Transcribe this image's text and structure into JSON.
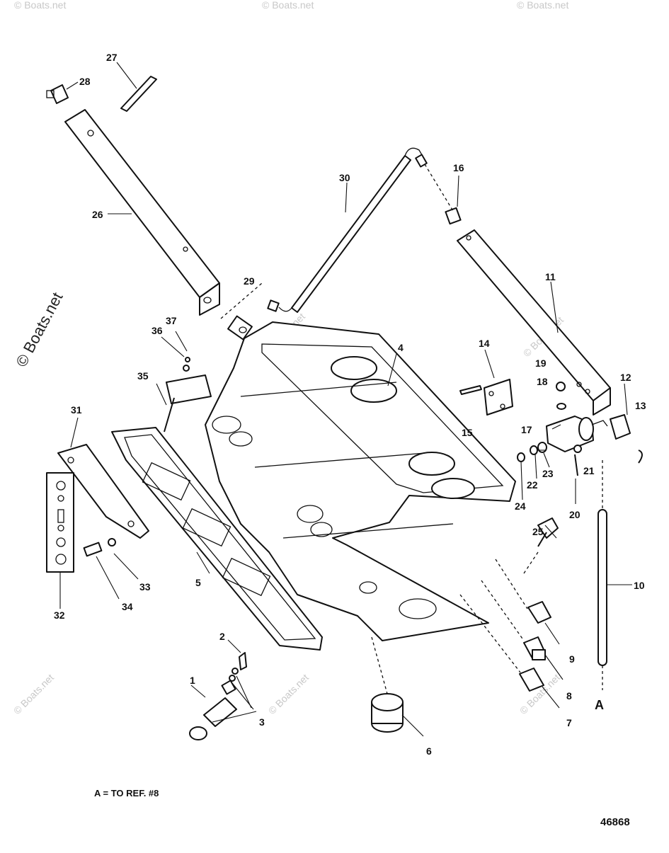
{
  "diagram": {
    "drawing_number": "46868",
    "note": "A = TO REF. #8",
    "copyright": "© Boats.net",
    "watermark": "© Boats.net",
    "callouts": [
      {
        "id": "c1",
        "text": "1"
      },
      {
        "id": "c2",
        "text": "2"
      },
      {
        "id": "c3",
        "text": "3"
      },
      {
        "id": "c4",
        "text": "4"
      },
      {
        "id": "c5",
        "text": "5"
      },
      {
        "id": "c6",
        "text": "6"
      },
      {
        "id": "c7",
        "text": "7"
      },
      {
        "id": "c8",
        "text": "8"
      },
      {
        "id": "c9",
        "text": "9"
      },
      {
        "id": "c10",
        "text": "10"
      },
      {
        "id": "c11",
        "text": "11"
      },
      {
        "id": "c12",
        "text": "12"
      },
      {
        "id": "c13",
        "text": "13"
      },
      {
        "id": "c14",
        "text": "14"
      },
      {
        "id": "c15",
        "text": "15"
      },
      {
        "id": "c16",
        "text": "16"
      },
      {
        "id": "c17",
        "text": "17"
      },
      {
        "id": "c18",
        "text": "18"
      },
      {
        "id": "c19",
        "text": "19"
      },
      {
        "id": "c20",
        "text": "20"
      },
      {
        "id": "c21",
        "text": "21"
      },
      {
        "id": "c22",
        "text": "22"
      },
      {
        "id": "c23",
        "text": "23"
      },
      {
        "id": "c24",
        "text": "24"
      },
      {
        "id": "c25",
        "text": "25"
      },
      {
        "id": "c26",
        "text": "26"
      },
      {
        "id": "c27",
        "text": "27"
      },
      {
        "id": "c28",
        "text": "28"
      },
      {
        "id": "c29",
        "text": "29"
      },
      {
        "id": "c30",
        "text": "30"
      },
      {
        "id": "c31",
        "text": "31"
      },
      {
        "id": "c32",
        "text": "32"
      },
      {
        "id": "c33",
        "text": "33"
      },
      {
        "id": "c34",
        "text": "34"
      },
      {
        "id": "c35",
        "text": "35"
      },
      {
        "id": "c36",
        "text": "36"
      },
      {
        "id": "c37",
        "text": "37"
      },
      {
        "id": "cA",
        "text": "A"
      }
    ]
  }
}
